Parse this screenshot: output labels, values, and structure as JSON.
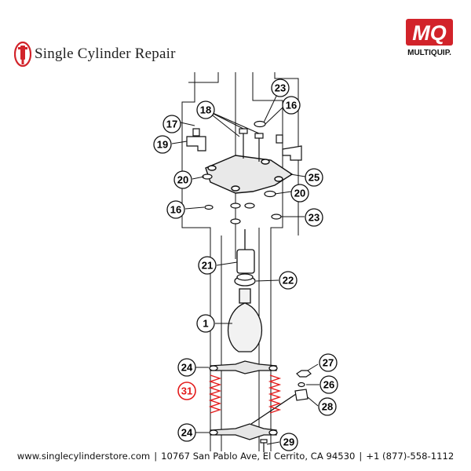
{
  "header": {
    "brand_title": "Single Cylinder Repair",
    "brand_logo_icon": "piston-icon",
    "mq_logo_text": "MQ",
    "mq_logo_subtext": "MULTIQUIP."
  },
  "colors": {
    "brand_red": "#d2232a",
    "highlight_red": "#e31b1b",
    "line": "#111111"
  },
  "callouts": [
    {
      "label": "23"
    },
    {
      "label": "16"
    },
    {
      "label": "18"
    },
    {
      "label": "17"
    },
    {
      "label": "19"
    },
    {
      "label": "20"
    },
    {
      "label": "25"
    },
    {
      "label": "20"
    },
    {
      "label": "16"
    },
    {
      "label": "23"
    },
    {
      "label": "21"
    },
    {
      "label": "22"
    },
    {
      "label": "1"
    },
    {
      "label": "24"
    },
    {
      "label": "27"
    },
    {
      "label": "31"
    },
    {
      "label": "26"
    },
    {
      "label": "28"
    },
    {
      "label": "24"
    },
    {
      "label": "29"
    }
  ],
  "highlighted_callout": "31",
  "footer": {
    "website": "www.singlecylinderstore.com",
    "address": "10767 San Pablo Ave, El Cerrito, CA 94530",
    "phone": "+1 (877)-558-1112",
    "separator": "|"
  }
}
